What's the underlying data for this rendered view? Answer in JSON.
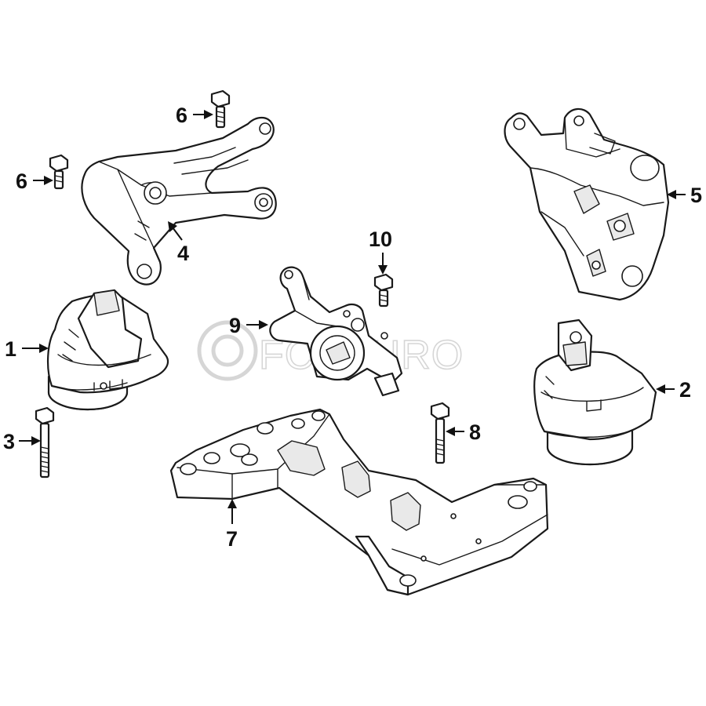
{
  "watermark": {
    "brand": "FCP EURO",
    "text": "FCPEURO",
    "color": "#d6d6d6"
  },
  "colors": {
    "line": "#1a1a1a",
    "fill": "#ffffff",
    "background": "#ffffff"
  },
  "callouts": [
    {
      "id": "c1",
      "label": "1",
      "part": "engine-mount-left"
    },
    {
      "id": "c2",
      "label": "2",
      "part": "engine-mount-right"
    },
    {
      "id": "c3",
      "label": "3",
      "part": "long-bolt-left"
    },
    {
      "id": "c4",
      "label": "4",
      "part": "engine-support-arm"
    },
    {
      "id": "c5",
      "label": "5",
      "part": "engine-mount-bracket"
    },
    {
      "id": "c6a",
      "label": "6",
      "part": "arm-bolt-top"
    },
    {
      "id": "c6b",
      "label": "6",
      "part": "arm-bolt-left"
    },
    {
      "id": "c7",
      "label": "7",
      "part": "crossmember"
    },
    {
      "id": "c8",
      "label": "8",
      "part": "long-bolt-right"
    },
    {
      "id": "c9",
      "label": "9",
      "part": "vacuum-solenoid-bracket"
    },
    {
      "id": "c10",
      "label": "10",
      "part": "small-bolt-center"
    }
  ]
}
